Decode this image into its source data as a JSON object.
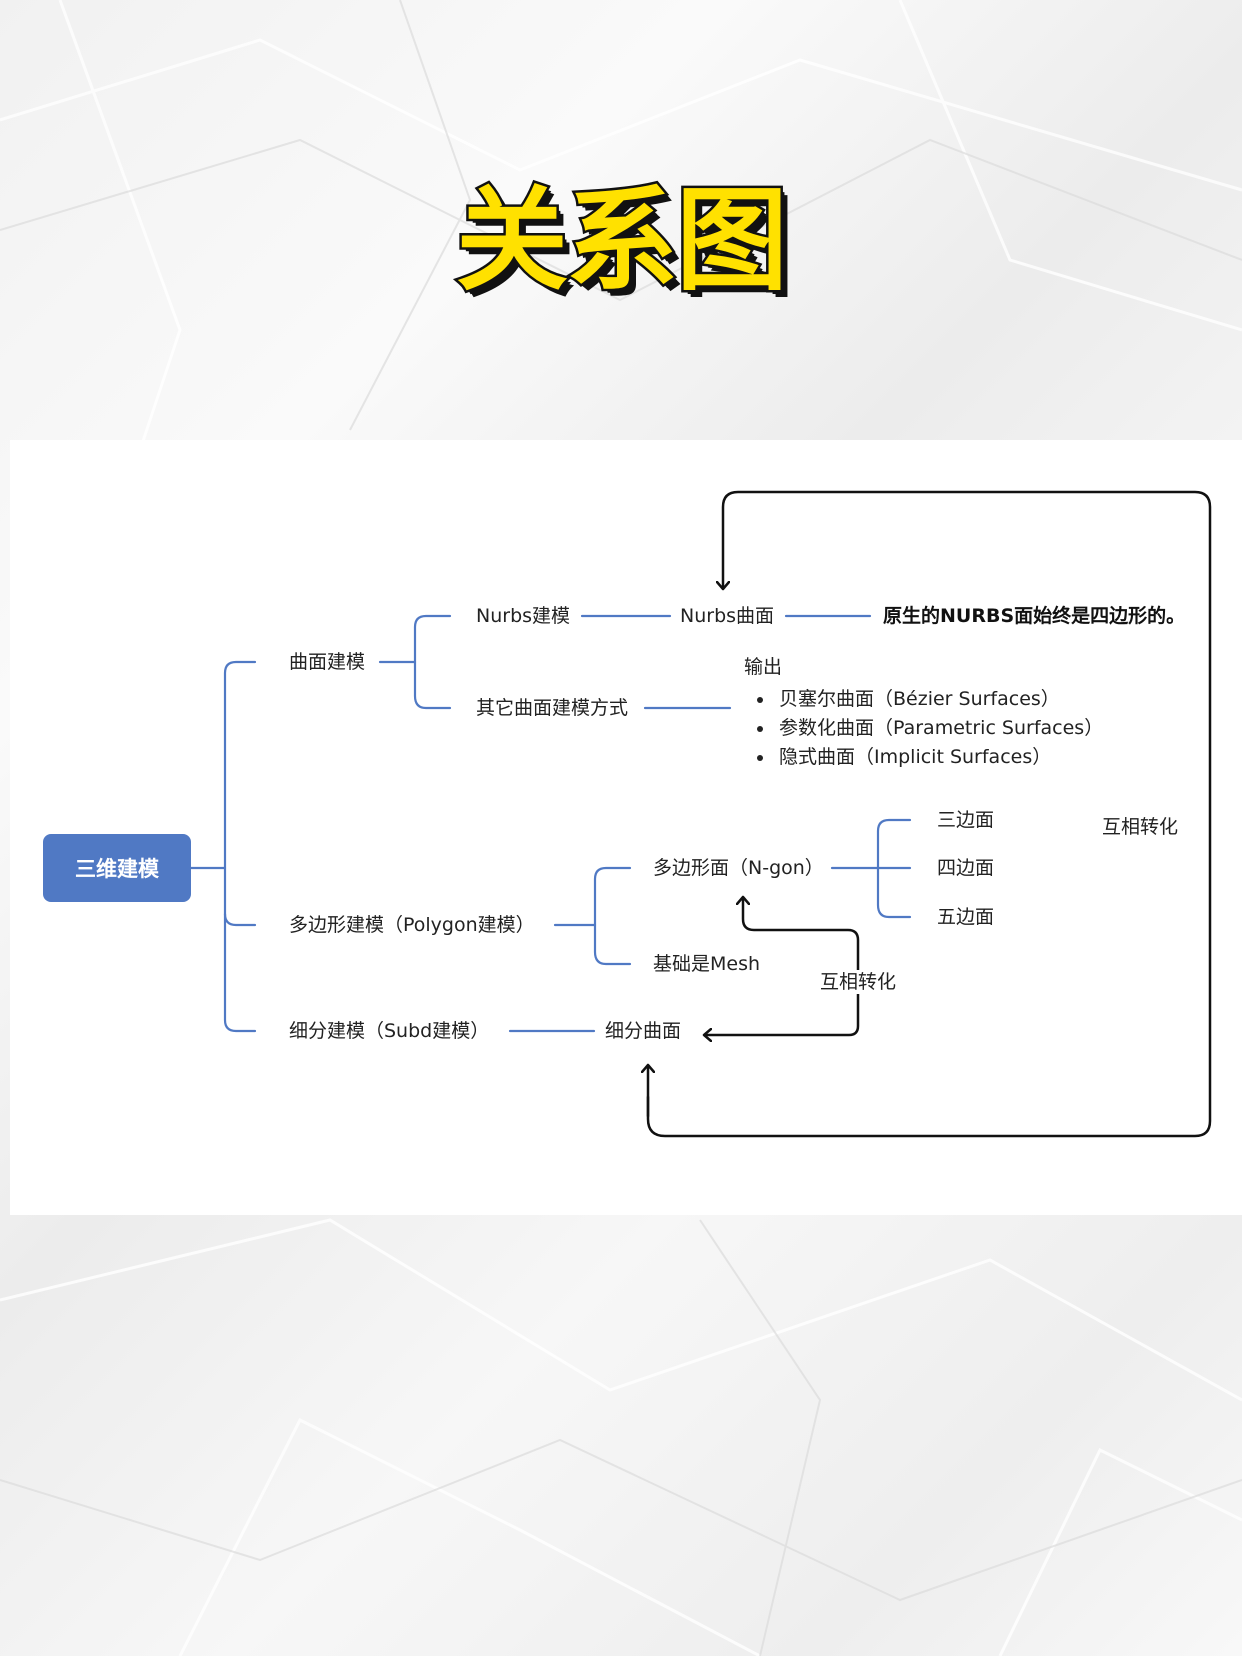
{
  "title": "关系图",
  "diagram": {
    "root": "三维建模",
    "branches": {
      "surface": "曲面建模",
      "polygon": "多边形建模（Polygon建模）",
      "subd": "细分建模（Subd建模）"
    },
    "surface_children": {
      "nurbs_modeling": "Nurbs建模",
      "other_methods": "其它曲面建模方式"
    },
    "nurbs_surface": "Nurbs曲面",
    "nurbs_note": "原生的NURBS面始终是四边形的。",
    "output_label": "输出",
    "output_items": [
      "贝塞尔曲面（Bézier Surfaces）",
      "参数化曲面（Parametric Surfaces）",
      "隐式曲面（Implicit Surfaces）"
    ],
    "polygon_children": {
      "ngon": "多边形面（N-gon）",
      "mesh": "基础是Mesh"
    },
    "ngon_children": [
      "三边面",
      "四边面",
      "五边面"
    ],
    "subd_surface": "细分曲面",
    "mutual_conversion_right": "互相转化",
    "mutual_conversion_middle": "互相转化"
  }
}
